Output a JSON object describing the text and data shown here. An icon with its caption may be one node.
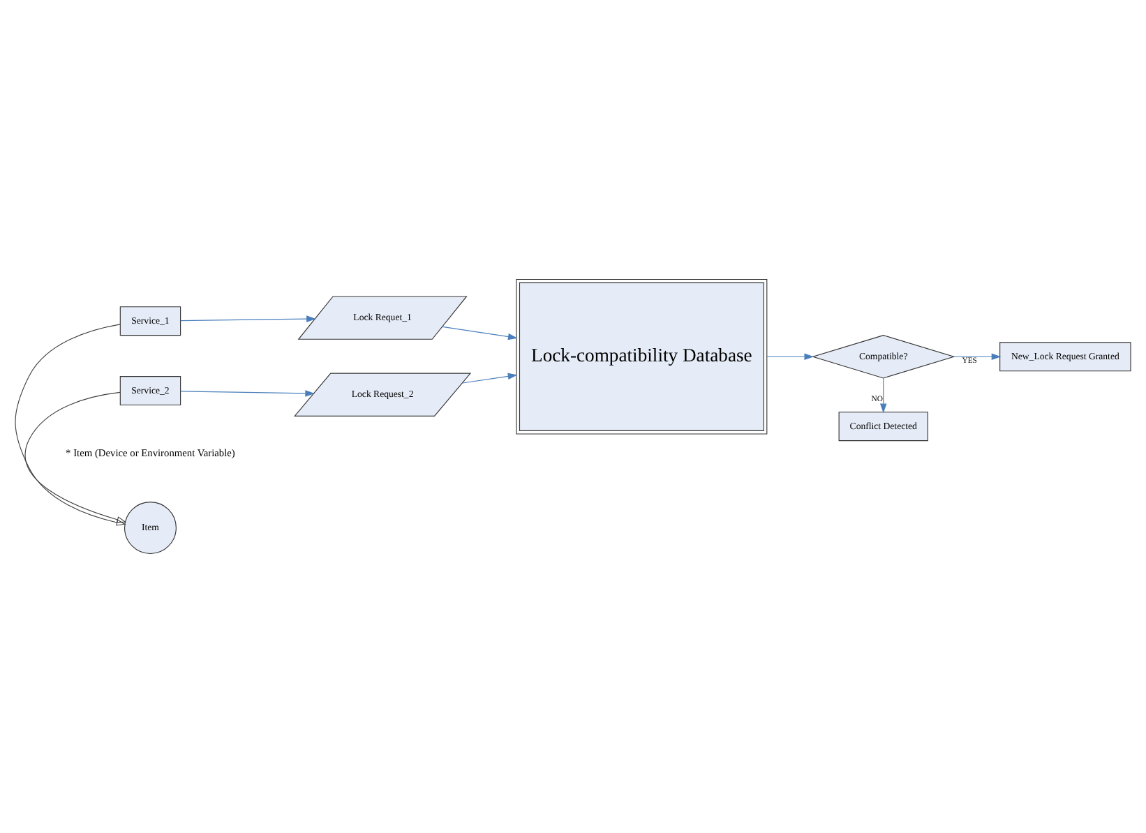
{
  "diagram": {
    "nodes": [
      {
        "text": [
          "Service_1"
        ]
      },
      {
        "text": [
          "Lock Requet_1"
        ]
      },
      {
        "text": [
          "Item"
        ]
      },
      {
        "text": [
          "Service_2"
        ]
      },
      {
        "text": [
          "Lock Request_2"
        ]
      },
      {
        "text": [
          "Lock-compatibility Database"
        ]
      },
      {
        "text": [
          "Compatible?"
        ]
      },
      {
        "text": [
          "New_Lock Request Granted"
        ]
      },
      {
        "text": [
          "Conflict Detected"
        ]
      }
    ],
    "edges": [
      {
        "from": 0,
        "to": 1,
        "arrow": "to"
      },
      {
        "from": 1,
        "to": 5,
        "arrow": "to"
      },
      {
        "from": 0,
        "to": 2,
        "arrow": "to",
        "color": "#404040"
      },
      {
        "from": 3,
        "to": 2,
        "arrow": "to",
        "color": "#404040"
      },
      {
        "from": 3,
        "to": 4,
        "arrow": "to"
      },
      {
        "from": 4,
        "to": 5,
        "arrow": "to"
      },
      {
        "from": 5,
        "to": 6,
        "arrow": "to"
      },
      {
        "from": 6,
        "to": 7,
        "label": "YES",
        "arrow": "to"
      },
      {
        "from": 6,
        "to": 8,
        "label": "NO",
        "arrow": "to"
      }
    ],
    "labels": [
      "* Item (Device or Environment Variable)"
    ]
  }
}
